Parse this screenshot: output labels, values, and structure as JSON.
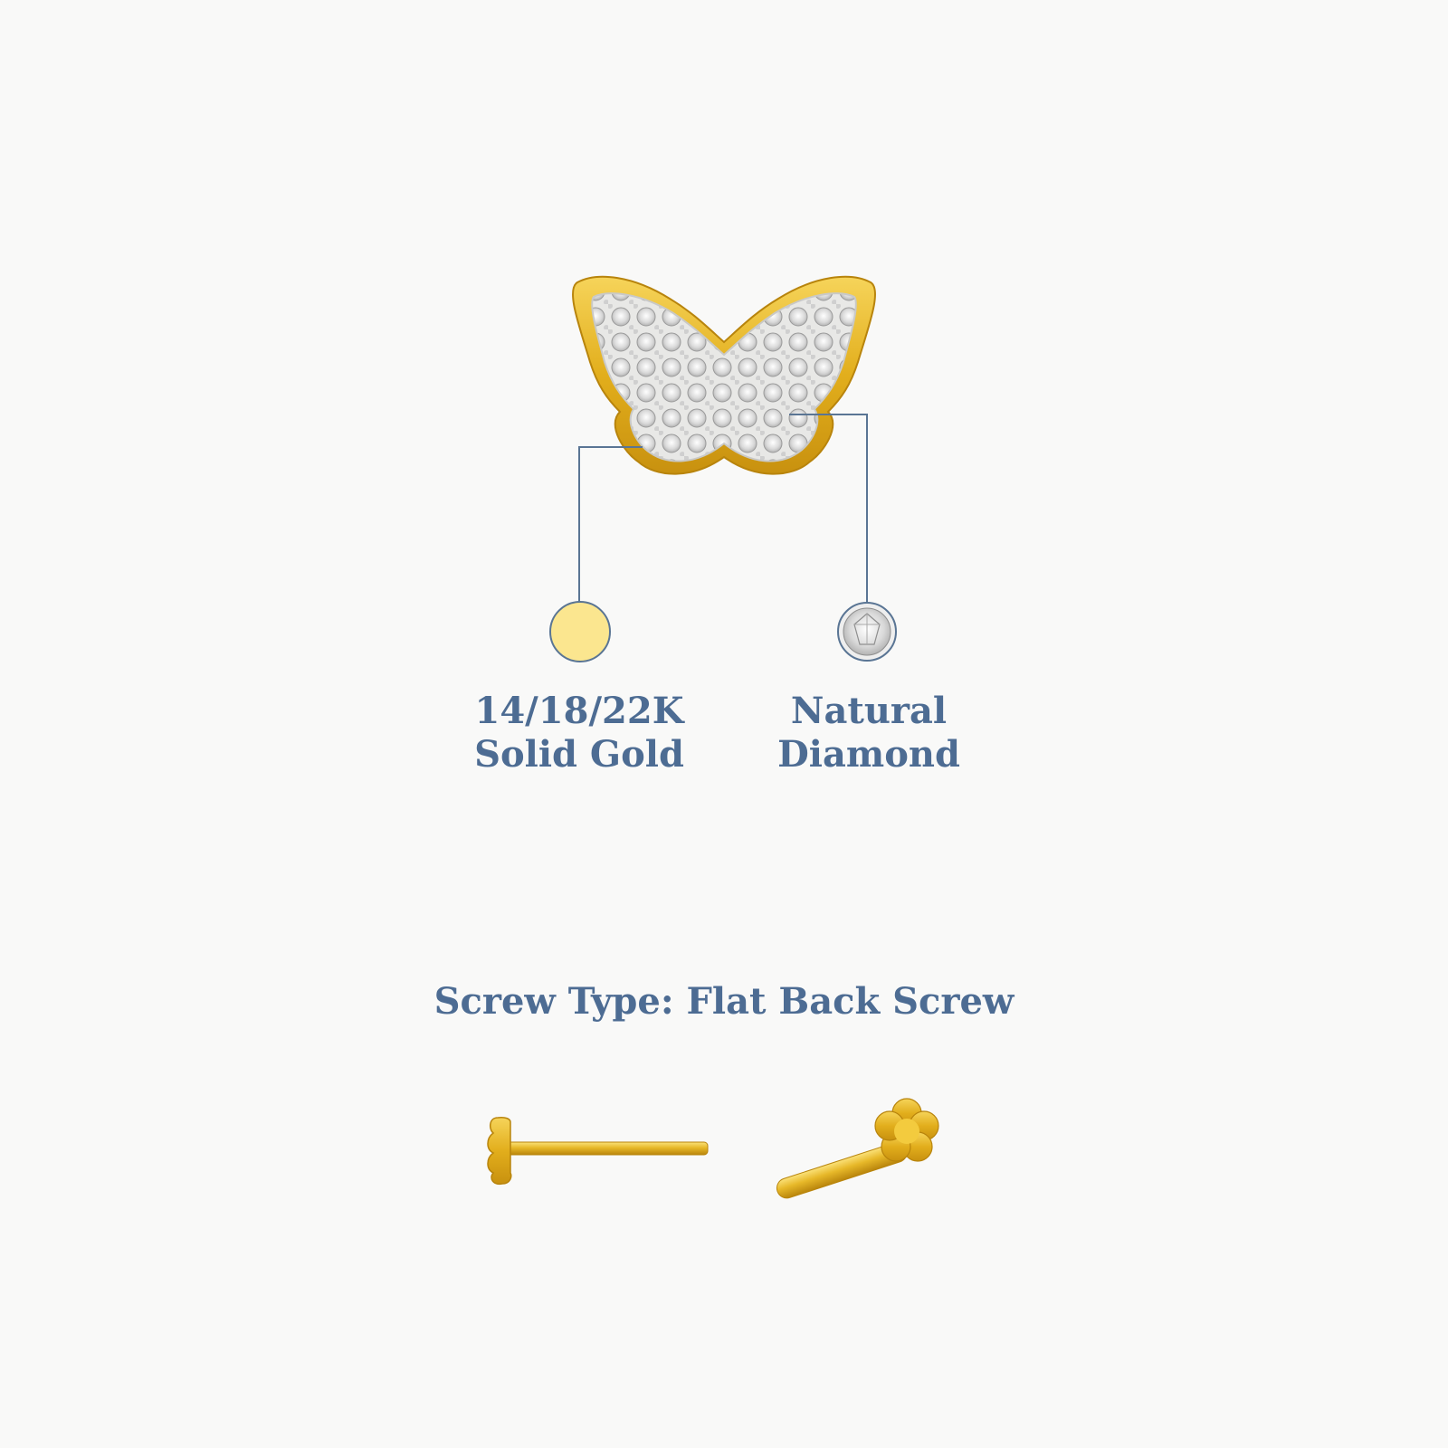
{
  "materials": [
    {
      "line1": "14/18/22K",
      "line2": "Solid Gold",
      "swatch": "gold-swatch"
    },
    {
      "line1": "Natural",
      "line2": "Diamond",
      "swatch": "diamond-swatch"
    }
  ],
  "screw": {
    "title": "Screw Type: Flat Back Screw"
  },
  "colors": {
    "text": "#4d6c93",
    "connector": "#5a7594",
    "gold_swatch": "#fbe68f",
    "gold_metal": "#e7b829",
    "background": "#f9f9f8"
  }
}
